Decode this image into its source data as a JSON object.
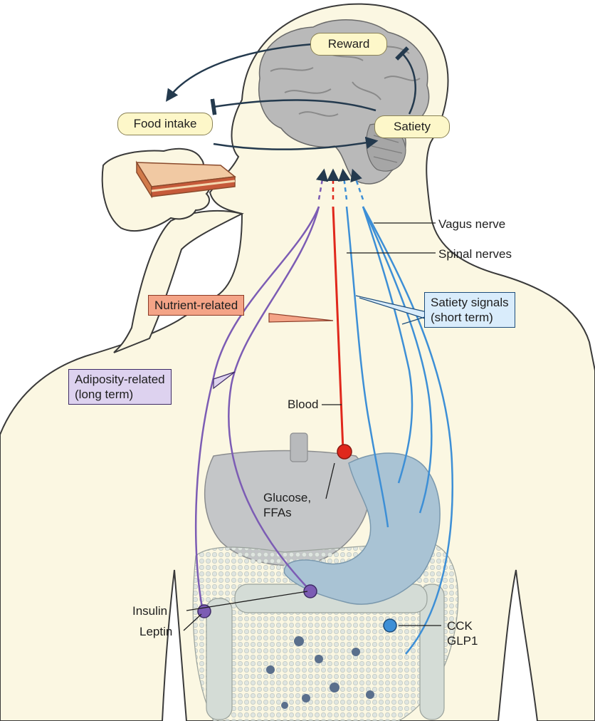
{
  "colors": {
    "body_fill": "#fbf7e2",
    "body_outline": "#3a3a3a",
    "brain": "#b9b9b9",
    "organ_gray": "#c4c6c8",
    "stomach_blue": "#a9c3d4",
    "intestine": "#d4dcd6",
    "nerve_blue": "#3d8fd6",
    "blood_red": "#e0281c",
    "adiposity_purple": "#7c5cb4",
    "arrow_dark": "#243a4e",
    "label_yellow": "#fdf7c9",
    "nutrient_box": "#f4a487",
    "satiety_box": "#d9ecfb",
    "adiposity_box": "#ddd2ef"
  },
  "labels": {
    "reward": "Reward",
    "food_intake": "Food intake",
    "satiety": "Satiety",
    "vagus_nerve": "Vagus nerve",
    "spinal_nerves": "Spinal nerves",
    "nutrient_related": "Nutrient-related",
    "satiety_signals_line1": "Satiety signals",
    "satiety_signals_line2": "(short term)",
    "adiposity_line1": "Adiposity-related",
    "adiposity_line2": "(long term)",
    "blood": "Blood",
    "glucose_line1": "Glucose,",
    "glucose_line2": "FFAs",
    "insulin": "Insulin",
    "leptin": "Leptin",
    "cck": "CCK",
    "glp1": "GLP1"
  },
  "icons": {
    "brain": "brain-illustration",
    "sandwich": "sandwich-illustration",
    "liver": "liver-illustration",
    "stomach": "stomach-illustration",
    "intestines": "intestines-illustration"
  }
}
